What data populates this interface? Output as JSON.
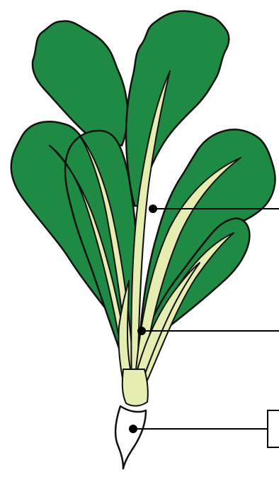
{
  "diagram": {
    "subject": "spinach plant",
    "colors": {
      "leaf": "#1f8a44",
      "stalk": "#e6edb0",
      "root": "#ffffff",
      "outline": "#111111",
      "callout": "#000000"
    },
    "callouts": [
      {
        "part": "leaf"
      },
      {
        "part": "stalk"
      },
      {
        "part": "root"
      }
    ]
  }
}
